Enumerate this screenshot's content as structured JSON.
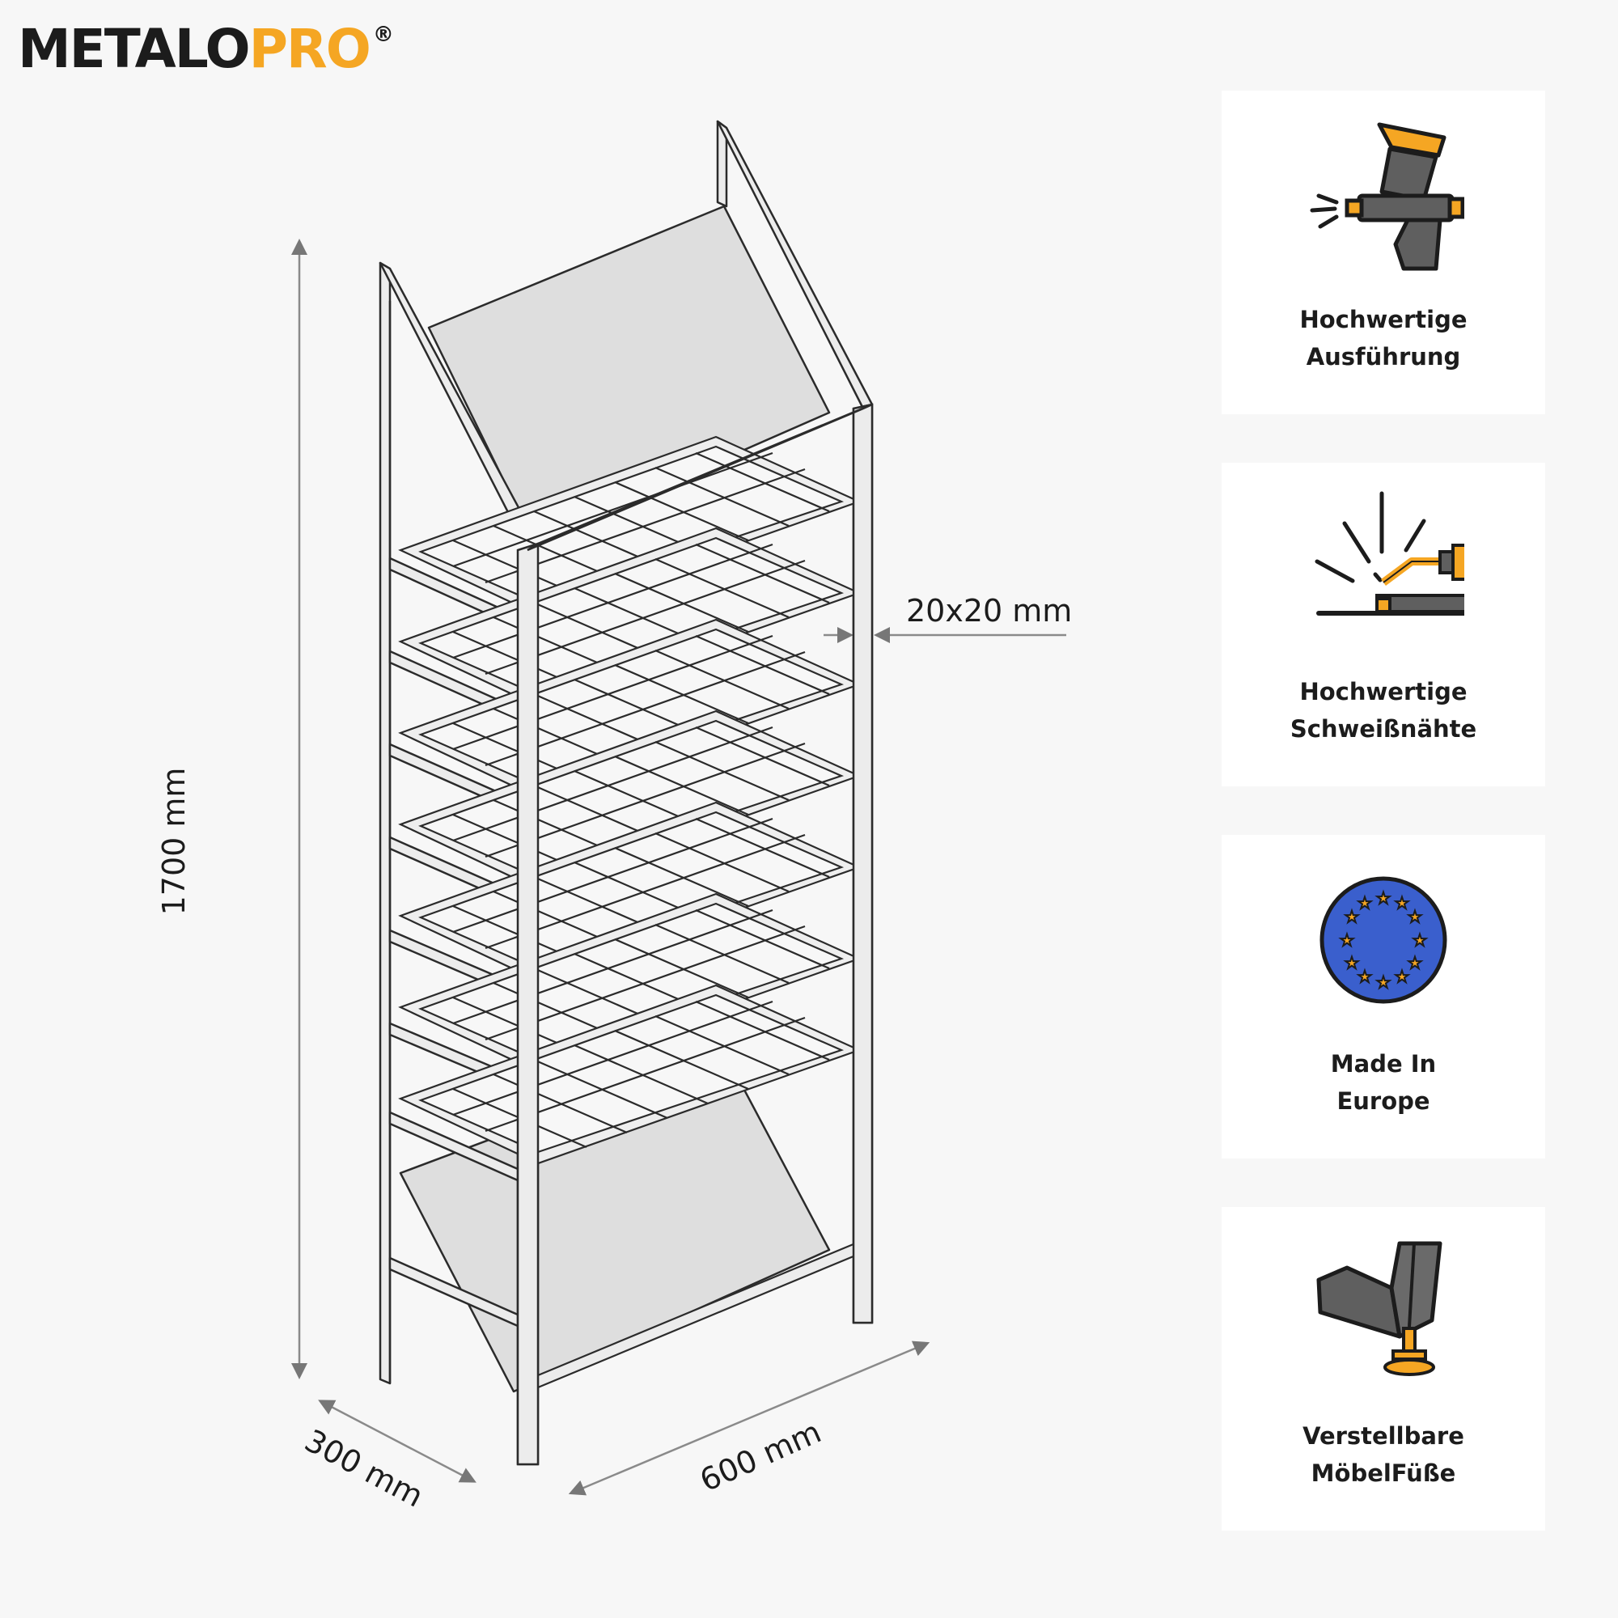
{
  "brand": {
    "name_part1": "METALO",
    "name_part2": "PRO",
    "registered": "®"
  },
  "dimensions": {
    "height": "1700 mm",
    "depth": "300 mm",
    "width": "600 mm",
    "tube": "20x20 mm"
  },
  "colors": {
    "accent": "#f5a623",
    "dark": "#1c1c1c",
    "icon_gray": "#5f5f5f",
    "eu_blue": "#3a5fcd"
  },
  "features": [
    {
      "icon": "spray-gun-icon",
      "line1": "Hochwertige",
      "line2": "Ausführung"
    },
    {
      "icon": "welding-torch-icon",
      "line1": "Hochwertige",
      "line2": "Schweißnähte"
    },
    {
      "icon": "eu-flag-icon",
      "line1": "Made In",
      "line2": "Europe"
    },
    {
      "icon": "adjustable-foot-icon",
      "line1": "Verstellbare",
      "line2": "MöbelFüße"
    }
  ]
}
